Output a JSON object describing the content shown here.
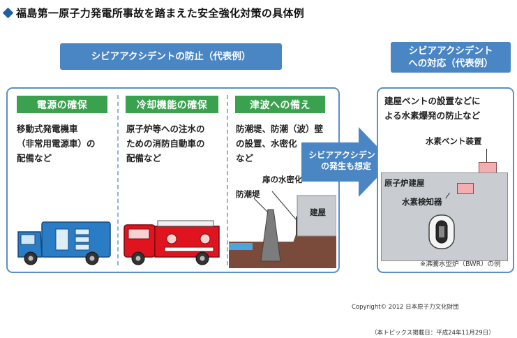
{
  "title": "福島第一原子力発電所事故を踏まえた安全強化対策の具体例",
  "prevention": {
    "header": "シビアアクシデントの防止（代表例）",
    "power": {
      "label": "電源の確保",
      "lines": [
        "移動式発電機車",
        "（非常用電源車）の",
        "配備など"
      ]
    },
    "cooling": {
      "label": "冷却機能の確保",
      "lines": [
        "原子炉等への注水の",
        "ための消防自動車の",
        "配備など"
      ]
    },
    "tsunami": {
      "label": "津波への備え",
      "lines": [
        "防潮堤、防潮（波）壁",
        "の設置、水密化",
        "など"
      ],
      "door_label": "扉の水密化",
      "seawall_label": "防潮堤",
      "building_label": "建屋"
    }
  },
  "arrow": {
    "lines": [
      "シビアアクシデント",
      "の発生も想定"
    ]
  },
  "response": {
    "header_lines": [
      "シビアアクシデント",
      "への対応（代表例）"
    ],
    "lines": [
      "建屋ベントの設置などに",
      "よる水素爆発の防止など"
    ],
    "vent_label": "水素ベント装置",
    "reactor_building_label": "原子炉建屋",
    "detector_label": "水素検知器",
    "note": "※沸騰水型炉（BWR）の例"
  },
  "copyright": "Copyright© 2012 日本原子力文化財団",
  "date": "（本トピックス掲載日：平成24年11月29日）",
  "colors": {
    "accent_blue": "#4a86c4",
    "panel_border": "#5b8fc6",
    "green": "#3aa14f",
    "truck_red": "#e0141e",
    "truck_blue": "#1f6fb5",
    "detector_pink": "#f2aeb0"
  }
}
